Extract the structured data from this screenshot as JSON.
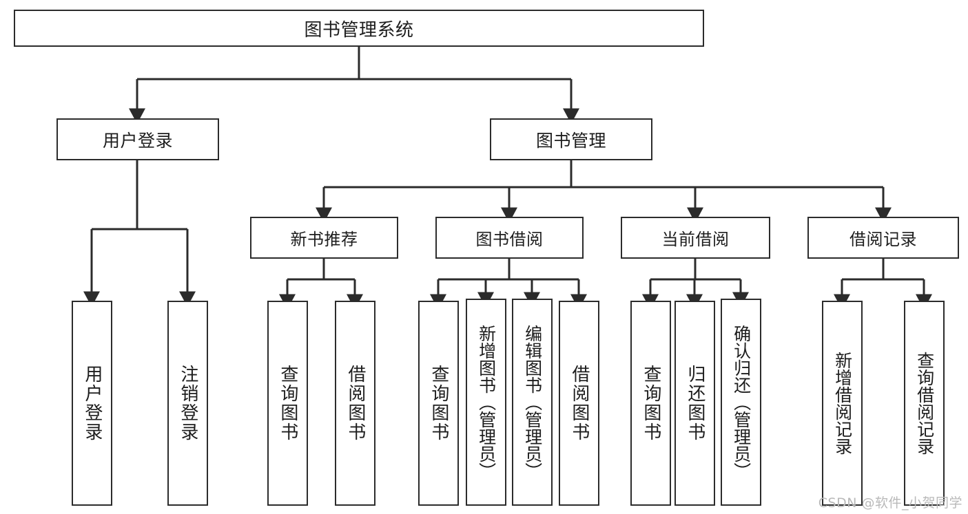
{
  "diagram": {
    "type": "tree",
    "title": "图书管理系统",
    "root": {
      "id": "root",
      "label": "图书管理系统"
    },
    "level1": [
      {
        "id": "user-login",
        "label": "用户登录"
      },
      {
        "id": "book-manage",
        "label": "图书管理"
      }
    ],
    "level2": [
      {
        "id": "new-book-rec",
        "label": "新书推荐",
        "parent": "book-manage"
      },
      {
        "id": "book-borrow",
        "label": "图书借阅",
        "parent": "book-manage"
      },
      {
        "id": "current-borrow",
        "label": "当前借阅",
        "parent": "book-manage"
      },
      {
        "id": "borrow-record",
        "label": "借阅记录",
        "parent": "book-manage"
      }
    ],
    "leaves": [
      {
        "id": "leaf-user-login",
        "label": "用户登录",
        "parent": "user-login"
      },
      {
        "id": "leaf-logout",
        "label": "注销登录",
        "parent": "user-login"
      },
      {
        "id": "leaf-query-book-1",
        "label": "查询图书",
        "parent": "new-book-rec"
      },
      {
        "id": "leaf-borrow-book-1",
        "label": "借阅图书",
        "parent": "new-book-rec"
      },
      {
        "id": "leaf-query-book-2",
        "label": "查询图书",
        "parent": "book-borrow"
      },
      {
        "id": "leaf-add-book",
        "label": "新增图书（管理员）",
        "parent": "book-borrow"
      },
      {
        "id": "leaf-edit-book",
        "label": "编辑图书（管理员）",
        "parent": "book-borrow"
      },
      {
        "id": "leaf-borrow-book-2",
        "label": "借阅图书",
        "parent": "book-borrow"
      },
      {
        "id": "leaf-query-book-3",
        "label": "查询图书",
        "parent": "current-borrow"
      },
      {
        "id": "leaf-return-book",
        "label": "归还图书",
        "parent": "current-borrow"
      },
      {
        "id": "leaf-confirm-return",
        "label": "确认归还（管理员）",
        "parent": "current-borrow"
      },
      {
        "id": "leaf-add-record",
        "label": "新增借阅记录",
        "parent": "borrow-record"
      },
      {
        "id": "leaf-query-record",
        "label": "查询借阅记录",
        "parent": "borrow-record"
      }
    ],
    "colors": {
      "stroke": "#2b2b2b",
      "fill": "#ffffff",
      "text": "#1d1d1d",
      "watermark": "#b9b9b9"
    }
  },
  "watermark": {
    "text": "CSDN @软件_小贺同学"
  }
}
